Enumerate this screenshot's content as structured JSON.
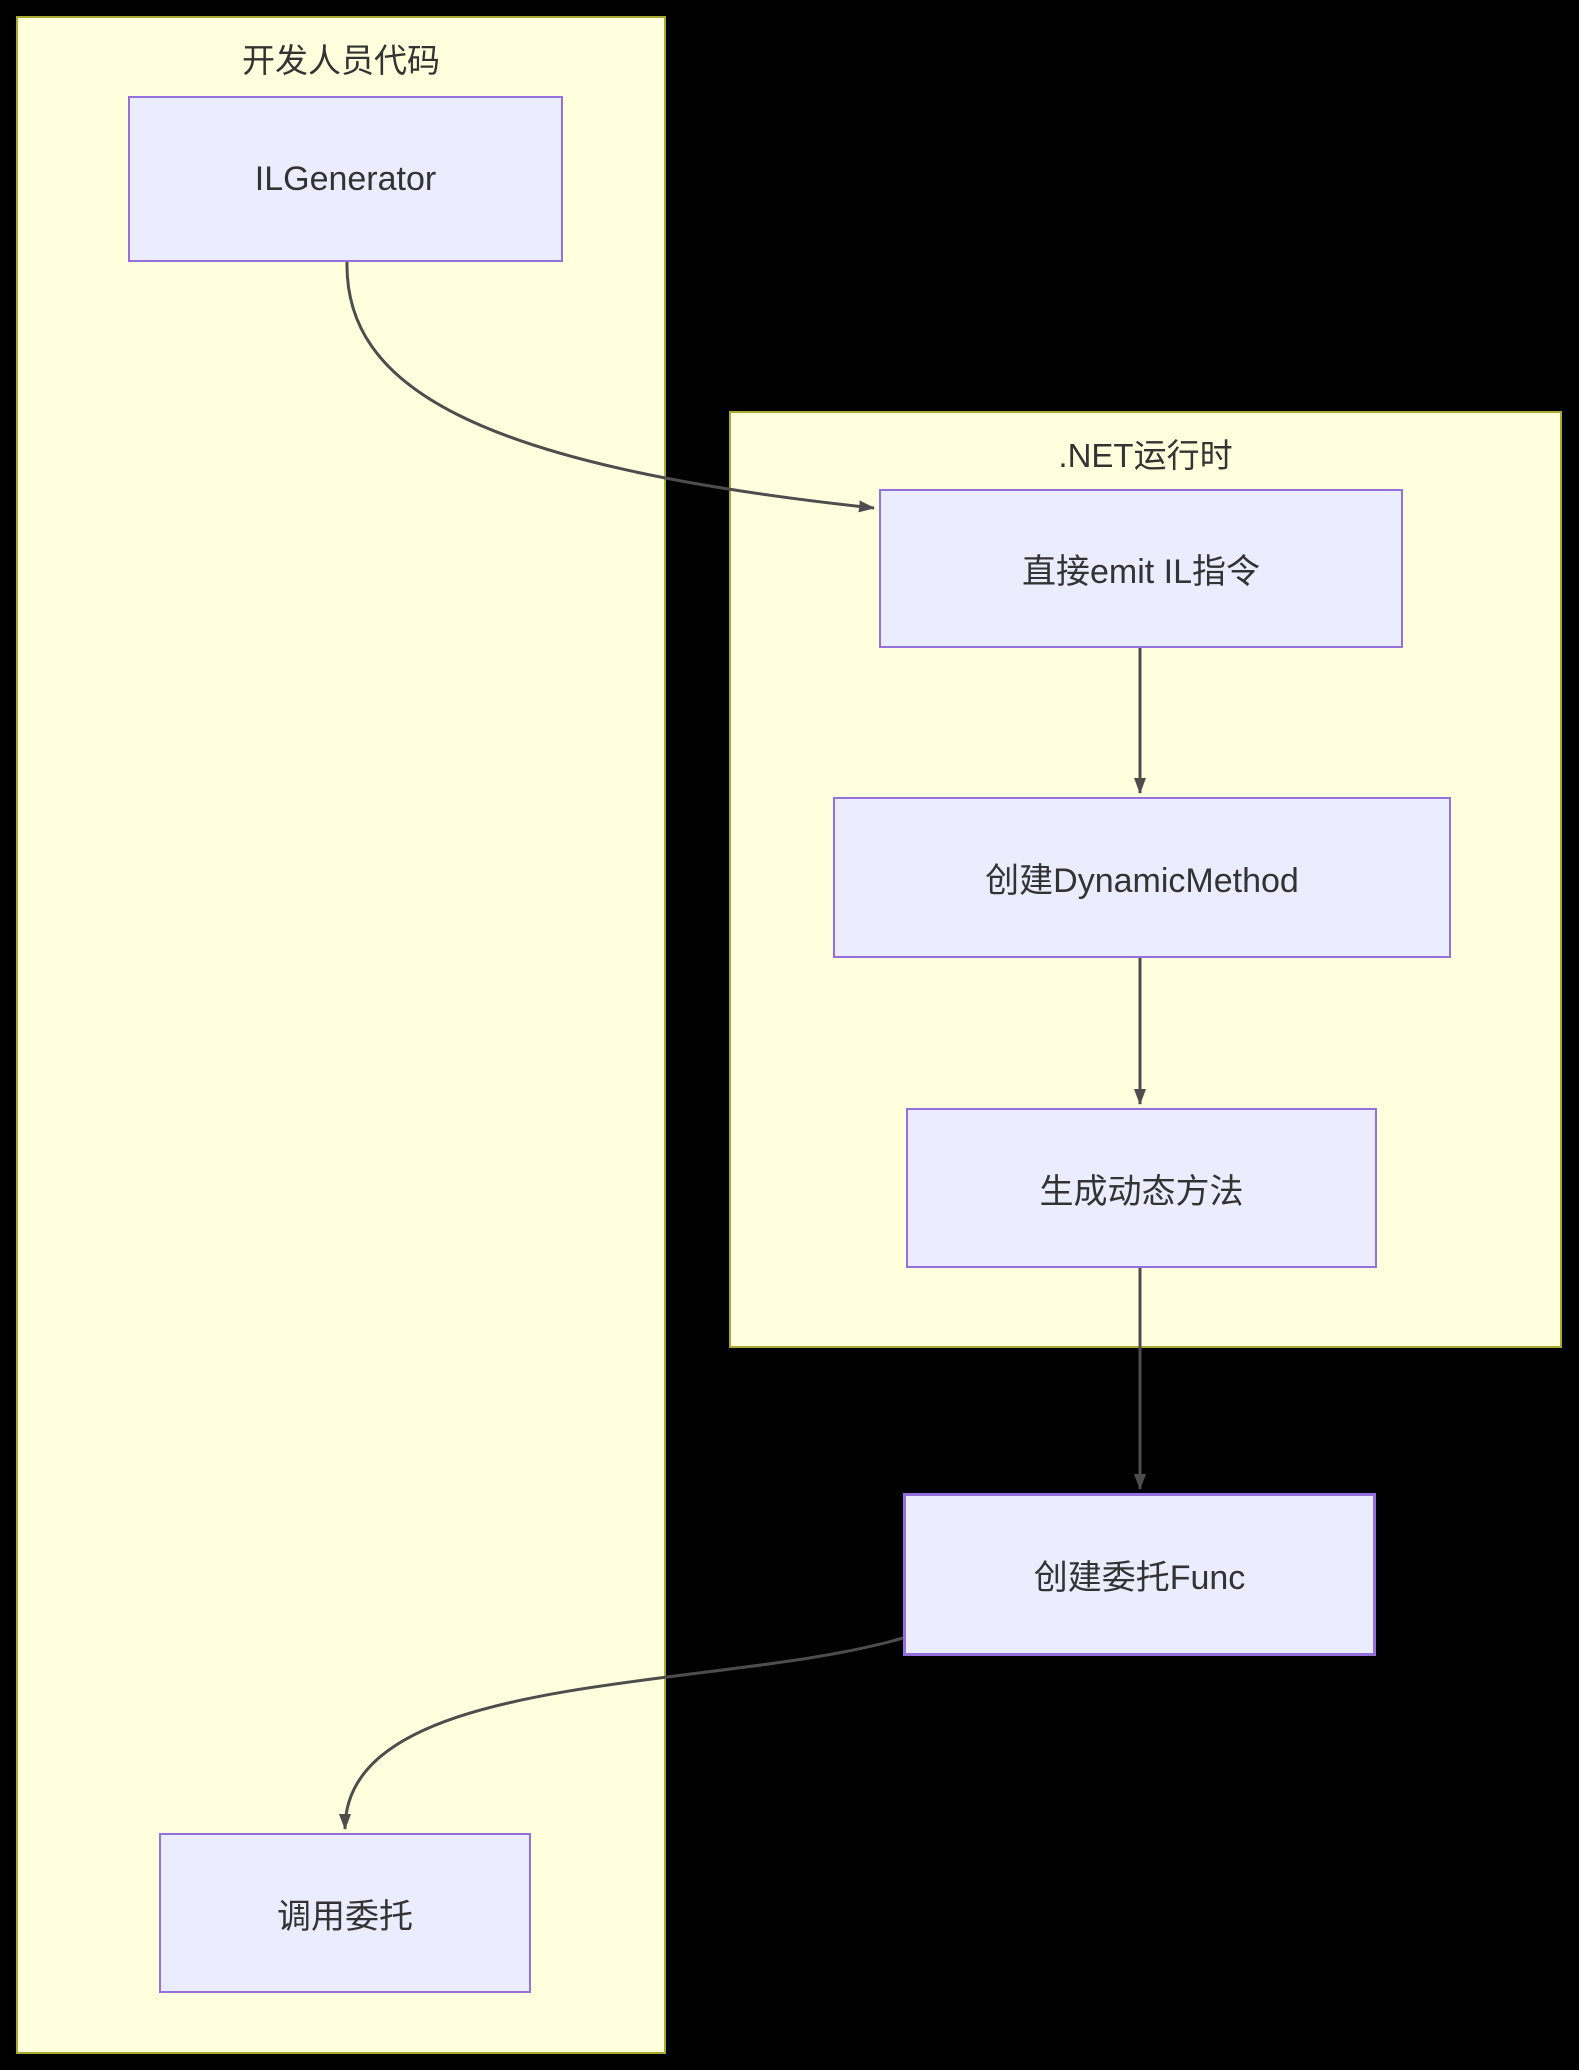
{
  "containers": {
    "developer_code": {
      "label": "开发人员代码"
    },
    "dotnet_runtime": {
      "label": ".NET运行时"
    }
  },
  "nodes": {
    "ilgenerator": {
      "label": "ILGenerator"
    },
    "emit_il": {
      "label": "直接emit IL指令"
    },
    "create_dynamic_method": {
      "label": "创建DynamicMethod"
    },
    "generate_dynamic_method": {
      "label": "生成动态方法"
    },
    "create_delegate_func": {
      "label": "创建委托Func"
    },
    "invoke_delegate": {
      "label": "调用委托"
    }
  },
  "edges": [
    {
      "from": "ilgenerator",
      "to": "emit_il"
    },
    {
      "from": "emit_il",
      "to": "create_dynamic_method"
    },
    {
      "from": "create_dynamic_method",
      "to": "generate_dynamic_method"
    },
    {
      "from": "generate_dynamic_method",
      "to": "create_delegate_func"
    },
    {
      "from": "create_delegate_func",
      "to": "invoke_delegate"
    }
  ],
  "colors": {
    "background": "#000000",
    "container_fill": "#ffffde",
    "container_border": "#aaaa33",
    "node_fill": "#ececff",
    "node_border": "#9370db",
    "text": "#333333",
    "arrow": "#4d4d4d"
  }
}
